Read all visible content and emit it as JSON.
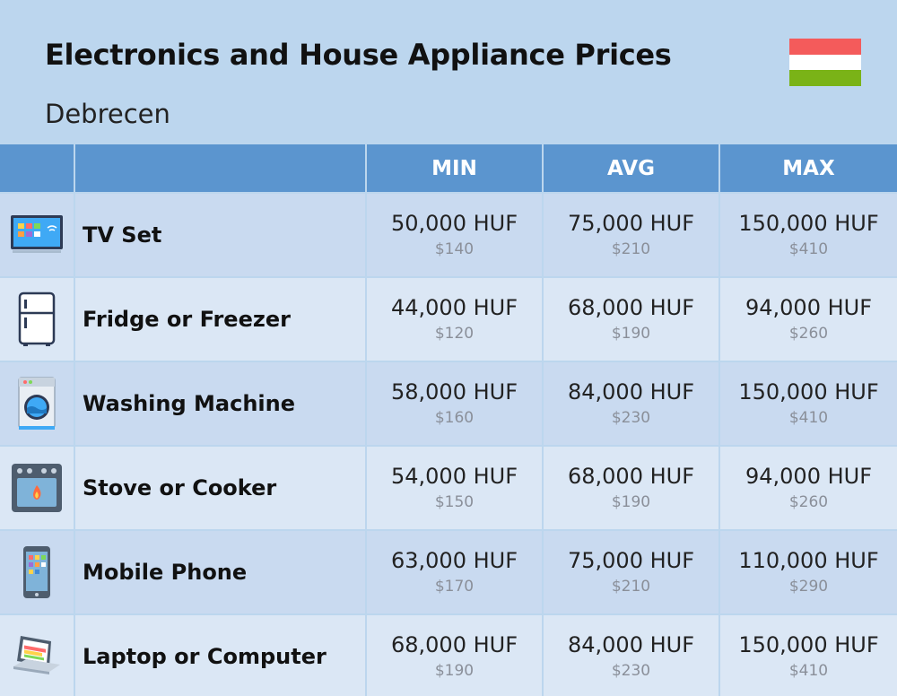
{
  "header": {
    "title": "Electronics and House Appliance Prices",
    "subtitle": "Debrecen",
    "flag_colors": [
      "#f45b5b",
      "#ffffff",
      "#7ab317"
    ]
  },
  "table": {
    "columns": [
      "",
      "",
      "MIN",
      "AVG",
      "MAX"
    ],
    "header_color": "#5b95cf",
    "rows": [
      {
        "icon": "tv-icon",
        "name": "TV Set",
        "min": {
          "huf": "50,000 HUF",
          "usd": "$140"
        },
        "avg": {
          "huf": "75,000 HUF",
          "usd": "$210"
        },
        "max": {
          "huf": "150,000 HUF",
          "usd": "$410"
        }
      },
      {
        "icon": "fridge-icon",
        "name": "Fridge or Freezer",
        "min": {
          "huf": "44,000 HUF",
          "usd": "$120"
        },
        "avg": {
          "huf": "68,000 HUF",
          "usd": "$190"
        },
        "max": {
          "huf": "94,000 HUF",
          "usd": "$260"
        }
      },
      {
        "icon": "washing-machine-icon",
        "name": "Washing Machine",
        "min": {
          "huf": "58,000 HUF",
          "usd": "$160"
        },
        "avg": {
          "huf": "84,000 HUF",
          "usd": "$230"
        },
        "max": {
          "huf": "150,000 HUF",
          "usd": "$410"
        }
      },
      {
        "icon": "stove-icon",
        "name": "Stove or Cooker",
        "min": {
          "huf": "54,000 HUF",
          "usd": "$150"
        },
        "avg": {
          "huf": "68,000 HUF",
          "usd": "$190"
        },
        "max": {
          "huf": "94,000 HUF",
          "usd": "$260"
        }
      },
      {
        "icon": "mobile-phone-icon",
        "name": "Mobile Phone",
        "min": {
          "huf": "63,000 HUF",
          "usd": "$170"
        },
        "avg": {
          "huf": "75,000 HUF",
          "usd": "$210"
        },
        "max": {
          "huf": "110,000 HUF",
          "usd": "$290"
        }
      },
      {
        "icon": "laptop-icon",
        "name": "Laptop or Computer",
        "min": {
          "huf": "68,000 HUF",
          "usd": "$190"
        },
        "avg": {
          "huf": "84,000 HUF",
          "usd": "$230"
        },
        "max": {
          "huf": "150,000 HUF",
          "usd": "$410"
        }
      }
    ]
  }
}
